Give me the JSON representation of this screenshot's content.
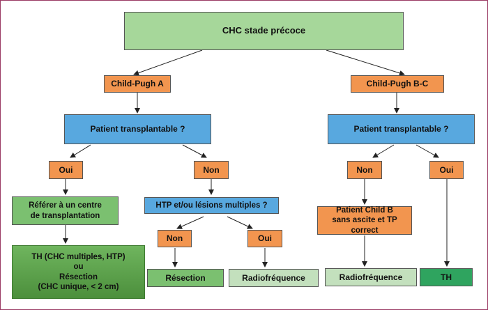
{
  "diagram": {
    "root": "CHC stade précoce",
    "left": {
      "child": "Child-Pugh A",
      "question": "Patient transplantable ?",
      "yes": "Oui",
      "no": "Non",
      "refer_line1": "Référer à un centre",
      "refer_line2": "de transplantation",
      "th_line1": "TH (CHC multiples, HTP)",
      "th_line2": "ou",
      "th_line3": "Résection",
      "th_line4": "(CHC unique, < 2 cm)",
      "htp_question": "HTP et/ou lésions multiples ?",
      "htp_no": "Non",
      "htp_yes": "Oui",
      "resection": "Résection",
      "radiofrequency": "Radiofréquence"
    },
    "right": {
      "child": "Child-Pugh B-C",
      "question": "Patient transplantable ?",
      "no": "Non",
      "yes": "Oui",
      "child_b_line1": "Patient Child B",
      "child_b_line2": "sans ascite et TP correct",
      "radiofrequency": "Radiofréquence",
      "th": "TH"
    }
  }
}
